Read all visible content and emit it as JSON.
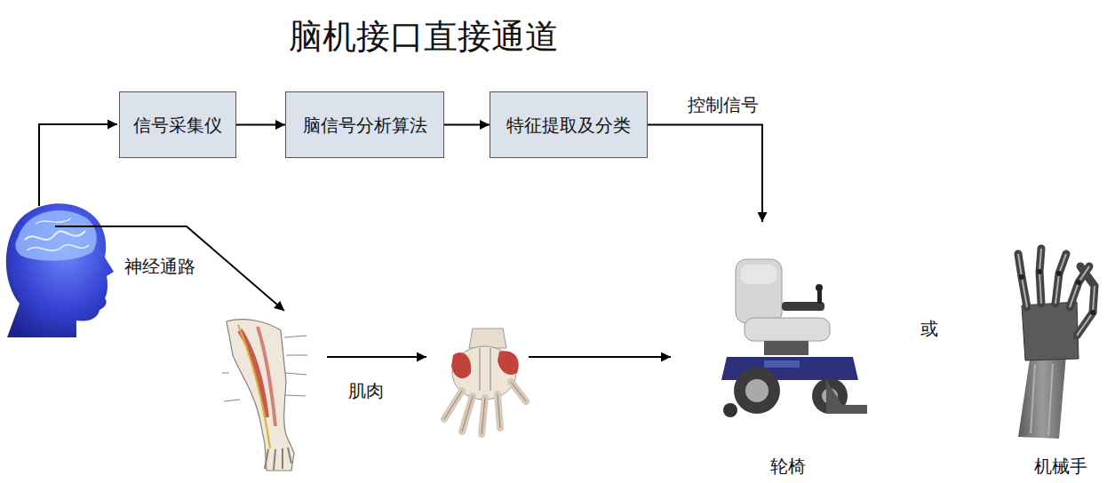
{
  "diagram": {
    "title": "脑机接口直接通道",
    "nodes": [
      {
        "text": [
          "信号采集仪"
        ]
      },
      {
        "text": [
          "脑信号分析算法"
        ]
      },
      {
        "text": [
          "特征提取及分类"
        ]
      },
      {
        "text": [
          "轮椅"
        ]
      },
      {
        "text": [
          "机械手"
        ]
      }
    ],
    "edges": [
      {
        "from": 0,
        "to": 1,
        "arrow": "to"
      },
      {
        "from": 1,
        "to": 2,
        "arrow": "to"
      },
      {
        "from": 2,
        "to": 3,
        "label": "控制信号",
        "arrow": "to"
      }
    ],
    "labels": [
      "神经通路",
      "肌肉",
      "或"
    ]
  }
}
